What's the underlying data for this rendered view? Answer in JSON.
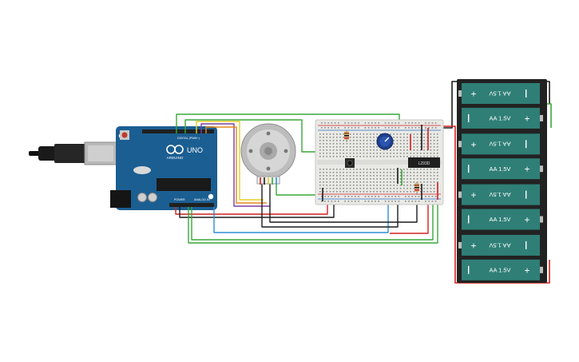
{
  "arduino": {
    "logo_text": "ARDUINO",
    "model": "UNO",
    "digital_label": "DIGITAL (PWM~)",
    "power_label": "POWER",
    "analog_label": "ANALOG IN"
  },
  "chip_label": "L293D",
  "battery": {
    "label": "AA 1.5V",
    "count": 8
  },
  "colors": {
    "board_blue": "#1b5e92",
    "breadboard": "#e9e9e6",
    "battery_teal": "#2f7f76",
    "wire_red": "#d22222",
    "wire_black": "#1c1c1c",
    "wire_green": "#38a838",
    "wire_yellow": "#e3cf2a",
    "wire_blue": "#2f8fd6",
    "wire_purple": "#7a3ea2",
    "wire_orange": "#e58a1f"
  },
  "icons": {
    "usb_cable": "usb-cable-icon",
    "dc_motor": "dc-motor-icon",
    "potentiometer": "potentiometer-icon",
    "push_button": "push-button-icon",
    "resistor": "resistor-icon"
  }
}
